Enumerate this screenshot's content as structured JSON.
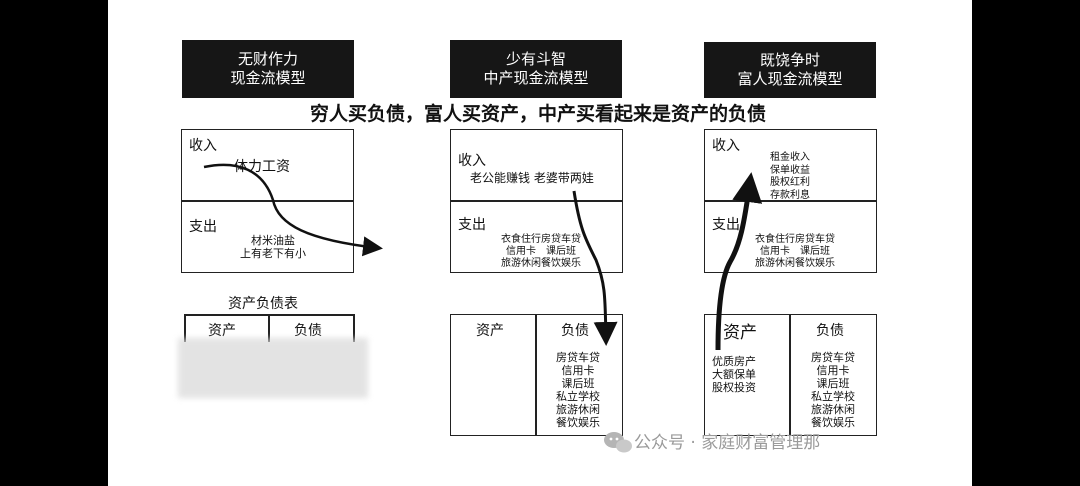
{
  "headline": "穷人买负债，富人买资产，中产买看起来是资产的负债",
  "poor": {
    "title_line1": "无财作力",
    "title_line2": "现金流模型",
    "income_label": "收入",
    "income_item": "体力工资",
    "expense_label": "支出",
    "expense_line1": "材米油盐",
    "expense_line2": "上有老下有小",
    "balance_title": "资产负债表",
    "asset_label": "资产",
    "liability_label": "负债"
  },
  "middle": {
    "title_line1": "少有斗智",
    "title_line2": "中产现金流模型",
    "income_label": "收入",
    "income_item": "老公能赚钱 老婆带两娃",
    "expense_label": "支出",
    "expense_col1": [
      "衣食住行",
      "信用卡",
      "旅游休闲"
    ],
    "expense_col2": [
      "房贷车贷",
      "课后班",
      "餐饮娱乐"
    ],
    "asset_label": "资产",
    "liability_label": "负债",
    "liability_items": [
      "房贷车贷",
      "信用卡",
      "课后班",
      "私立学校",
      "旅游休闲",
      "餐饮娱乐"
    ]
  },
  "rich": {
    "title_line1": "既饶争时",
    "title_line2": "富人现金流模型",
    "income_label": "收入",
    "income_items": [
      "租金收入",
      "保单收益",
      "股权红利",
      "存款利息"
    ],
    "expense_label": "支出",
    "expense_col1": [
      "衣食住行",
      "信用卡",
      "旅游休闲"
    ],
    "expense_col2": [
      "房贷车贷",
      "课后班",
      "餐饮娱乐"
    ],
    "asset_label": "资产",
    "asset_items": [
      "优质房产",
      "大额保单",
      "股权投资"
    ],
    "liability_label": "负债",
    "liability_items": [
      "房贷车贷",
      "信用卡",
      "课后班",
      "私立学校",
      "旅游休闲",
      "餐饮娱乐"
    ]
  },
  "watermark": "公众号 · 家庭财富管理那",
  "icons": {
    "watermark_icon": "wechat-icon"
  }
}
